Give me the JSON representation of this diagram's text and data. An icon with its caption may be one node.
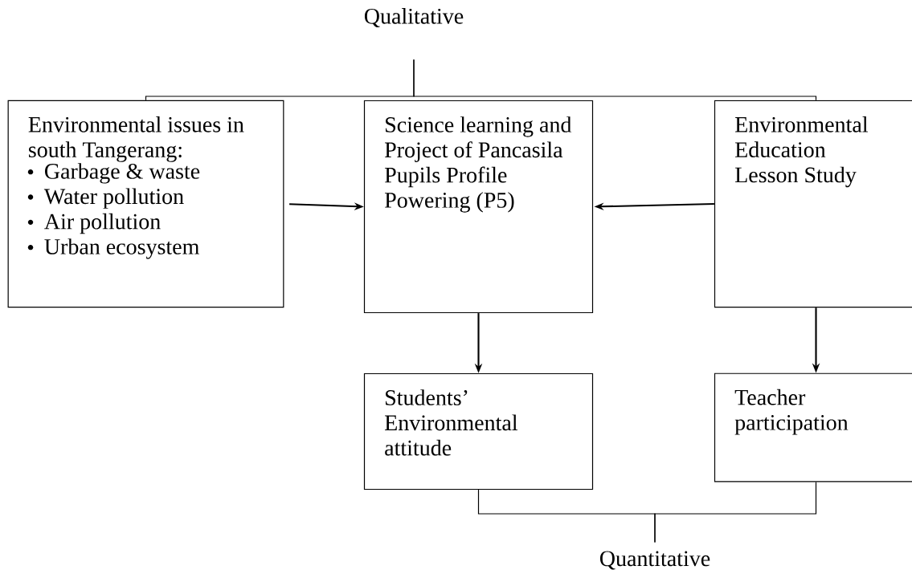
{
  "diagram": {
    "nodes": [
      {
        "text": [
          "Qualitative"
        ]
      },
      {
        "text": [
          "Environmental issues in south Tangerang:",
          "Garbage & waste",
          "Water pollution",
          "Air pollution",
          "Urban ecosystem"
        ]
      },
      {
        "text": [
          "Science learning and Project of Pancasila Pupils Profile Powering (P5)"
        ]
      },
      {
        "text": [
          "Environmental Education Lesson Study"
        ]
      },
      {
        "text": [
          "Students’ Environmental attitude"
        ]
      },
      {
        "text": [
          "Teacher participation"
        ]
      },
      {
        "text": [
          "Quantitative"
        ]
      }
    ],
    "edges": [
      {
        "from": 0,
        "to": 1,
        "arrow": "none"
      },
      {
        "from": 0,
        "to": 3,
        "arrow": "none"
      },
      {
        "from": 1,
        "to": 2,
        "arrow": "to"
      },
      {
        "from": 3,
        "to": 2,
        "arrow": "to"
      },
      {
        "from": 2,
        "to": 4,
        "arrow": "to"
      },
      {
        "from": 3,
        "to": 5,
        "arrow": "to"
      },
      {
        "from": 6,
        "to": 4,
        "arrow": "none"
      },
      {
        "from": 6,
        "to": 5,
        "arrow": "none"
      }
    ]
  }
}
